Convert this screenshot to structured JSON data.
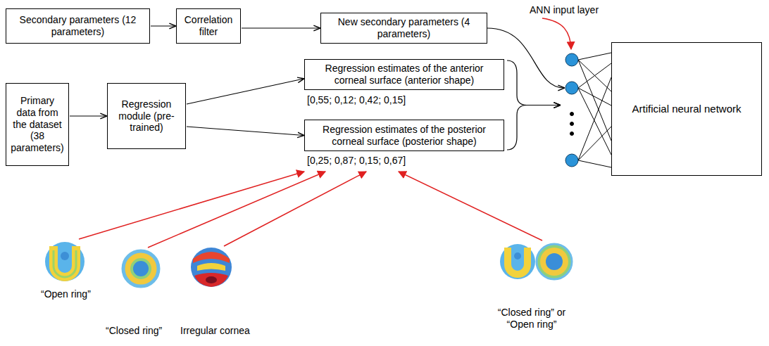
{
  "diagram": {
    "nodes": [
      {
        "text": [
          "Secondary parameters (12 parameters)"
        ]
      },
      {
        "text": [
          "Correlation filter"
        ]
      },
      {
        "text": [
          "New secondary parameters (4 parameters)"
        ]
      },
      {
        "text": [
          "Primary data from the dataset (38 parameters)"
        ]
      },
      {
        "text": [
          "Regression module (pre-trained)"
        ]
      },
      {
        "text": [
          "Regression estimates of the anterior corneal surface (anterior shape)"
        ]
      },
      {
        "text": [
          "Regression estimates of the posterior corneal surface (posterior shape)"
        ]
      },
      {
        "text": [
          "Artificial neural network"
        ]
      }
    ],
    "edges": [
      {
        "from": 0,
        "to": 1,
        "arrow": "to"
      },
      {
        "from": 1,
        "to": 2,
        "arrow": "to"
      },
      {
        "from": 3,
        "to": 4,
        "arrow": "to"
      },
      {
        "from": 4,
        "to": 5,
        "arrow": "to"
      },
      {
        "from": 4,
        "to": 6,
        "arrow": "to"
      },
      {
        "from": 2,
        "to": 7,
        "arrow": "to"
      },
      {
        "from": 5,
        "to": 7,
        "arrow": "to"
      },
      {
        "from": 6,
        "to": 7,
        "arrow": "to"
      }
    ],
    "labels": [
      "ANN input layer",
      "[0,55; 0,12; 0,42; 0,15]",
      "[0,25; 0,87; 0,15; 0,67]",
      "“Open ring”",
      "“Closed ring”",
      "Irregular cornea",
      "“Closed ring” or “Open ring”"
    ]
  }
}
